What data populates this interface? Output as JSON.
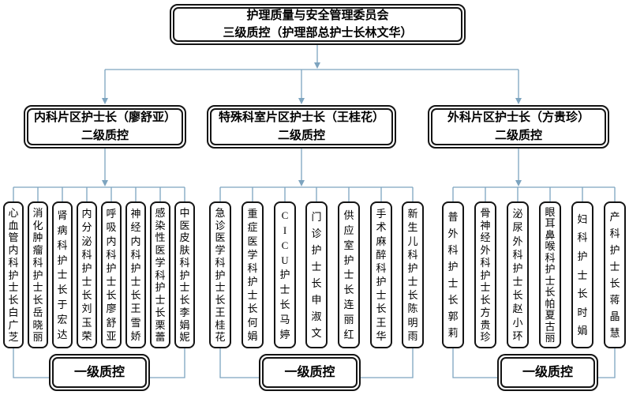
{
  "diagram": {
    "top": {
      "line1": "护理质量与安全管理委员会",
      "line2": "三级质控（护理部总护士长林文华）"
    },
    "level2": [
      {
        "line1": "内科片区护士长（廖舒亚）",
        "line2": "二级质控"
      },
      {
        "line1": "特殊科室片区护士长（王桂花）",
        "line2": "二级质控"
      },
      {
        "line1": "外科片区护士长（方贵珍）",
        "line2": "二级质控"
      }
    ],
    "groups": [
      {
        "units": [
          "心血管内科护士长白广芝",
          "消化肿瘤科护士长岳晓丽",
          "肾病科护士长于宏达",
          "内分泌科护士长刘玉荣",
          "呼吸内科护士长廖舒亚",
          "神经内科护士长王雪娇",
          "感染性医学科护士长栗蕾",
          "中医皮肤科护士长李娟妮"
        ],
        "level1": "一级质控"
      },
      {
        "units": [
          "急诊医学科护士长王桂花",
          "重症医学科护士长何娟",
          "CICU护士长马婷",
          "门诊护士长申淑文",
          "供应室护士长连丽红",
          "手术麻醉科护士长王华",
          "新生儿科护士长陈明雨"
        ],
        "level1": "一级质控"
      },
      {
        "units": [
          "普外科护士长郭莉",
          "骨神经外科护士长方贵珍",
          "泌尿外科护士长赵小环",
          "眼耳鼻喉科护士长帕夏古丽",
          "妇科护士长时娟",
          "产科护士长蒋晶慧"
        ],
        "level1": "一级质控"
      }
    ],
    "colors": {
      "line": "#7da4bf",
      "border": "#141414"
    }
  }
}
